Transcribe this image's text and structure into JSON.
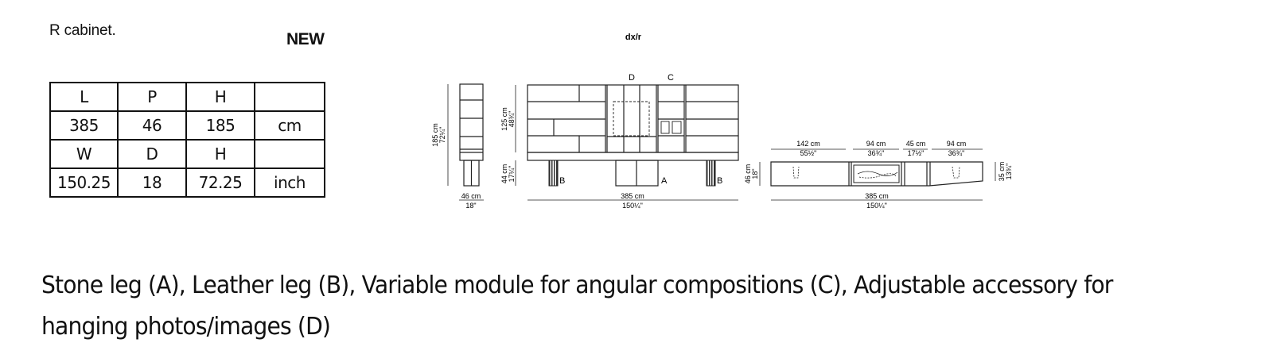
{
  "header": {
    "product_name": "R cabinet.",
    "badge": "NEW"
  },
  "dimensions_table": {
    "rows": [
      [
        "L",
        "P",
        "H",
        ""
      ],
      [
        "385",
        "46",
        "185",
        "cm"
      ],
      [
        "W",
        "D",
        "H",
        ""
      ],
      [
        "150.25",
        "18",
        "72.25",
        "inch"
      ]
    ]
  },
  "drawing": {
    "title": "dx/r",
    "side_view": {
      "height_cm": "185 cm",
      "height_in": "72¼\"",
      "depth_cm": "46 cm",
      "depth_in": "18\""
    },
    "front_view": {
      "label_D": "D",
      "label_C": "C",
      "label_A": "A",
      "label_B_left": "B",
      "label_B_right": "B",
      "upper_cm": "125 cm",
      "upper_in": "48¾\"",
      "leg_cm": "44 cm",
      "leg_in": "17¼\"",
      "width_cm": "385 cm",
      "width_in": "150¼\""
    },
    "top_view": {
      "seg1_cm": "142 cm",
      "seg1_in": "55½\"",
      "seg2_cm": "94 cm",
      "seg2_in": "36¾\"",
      "seg3_cm": "45 cm",
      "seg3_in": "17½\"",
      "seg4_cm": "94 cm",
      "seg4_in": "36¾\"",
      "depth_cm": "46 cm",
      "depth_in": "18\"",
      "end_cm": "35 cm",
      "end_in": "13¾\"",
      "width_cm": "385 cm",
      "width_in": "150¼\""
    }
  },
  "caption": "Stone leg (A), Leather leg (B), Variable module for angular compositions (C), Adjustable accessory for hanging photos/images (D)"
}
